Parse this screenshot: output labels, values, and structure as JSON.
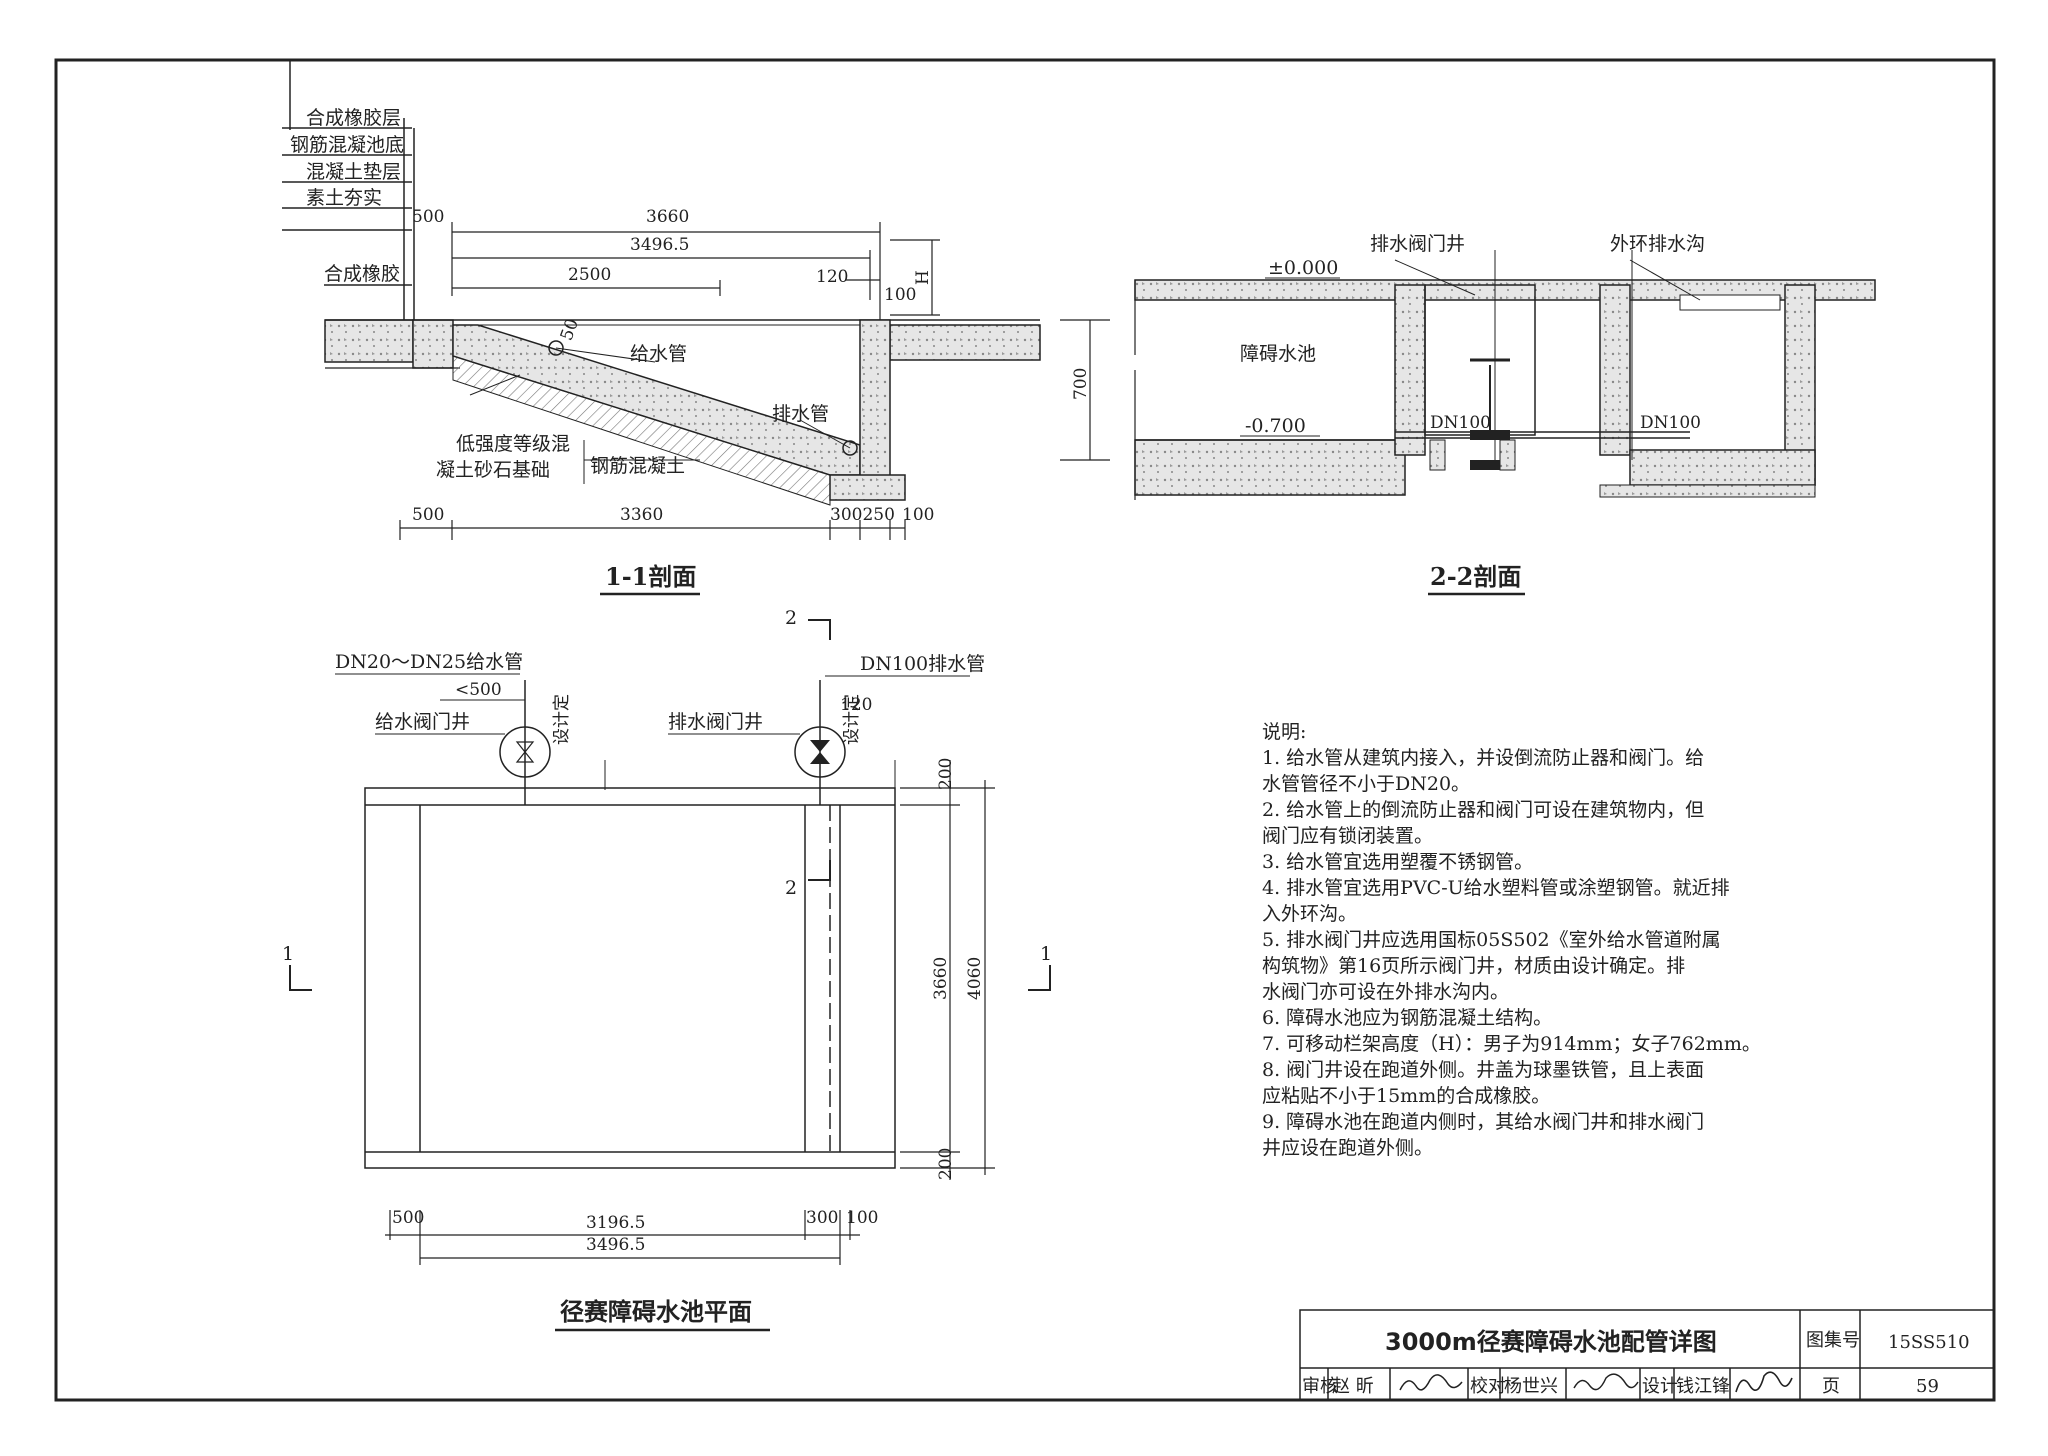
{
  "section11": {
    "title": "1-1剖面",
    "layers": [
      "合成橡胶层",
      "钢筋混凝池底",
      "混凝土垫层",
      "素土夯实"
    ],
    "rubber": "合成橡胶",
    "supply_pipe": "给水管",
    "drain_pipe": "排水管",
    "base": "低强度等级混",
    "base2": "凝土砂石基础",
    "rc": "钢筋混凝土",
    "dims": {
      "d500_top": "500",
      "d3660": "3660",
      "d3496": "3496.5",
      "d2500": "2500",
      "d120": "120",
      "d100": "100",
      "dH": "H",
      "d50": "50",
      "d700": "700",
      "d500_bot": "500",
      "d3360": "3360",
      "d300250": "300250",
      "d100_bot": "100"
    }
  },
  "section22": {
    "title": "2-2剖面",
    "elev0": "±0.000",
    "elev1": "-0.700",
    "pool": "障碍水池",
    "valve_well": "排水阀门井",
    "ditch": "外环排水沟",
    "dn1": "DN100",
    "dn2": "DN100"
  },
  "plan": {
    "title": "径赛障碍水池平面",
    "supply_label": "DN20～DN25给水管",
    "drain_label": "DN100排水管",
    "supply_well": "给水阀门井",
    "drain_well": "排水阀门井",
    "lt500": "<500",
    "design1": "设计定",
    "design2": "设计定",
    "d120": "120",
    "marks": {
      "top2": "2",
      "mid2": "2",
      "left1": "1",
      "right1": "1"
    },
    "dims": {
      "d200_top": "200",
      "d3660": "3660",
      "d4060": "4060",
      "d200_bot": "200",
      "d500": "500",
      "d3196": "3196.5",
      "d300": "300",
      "d100": "100",
      "d3496": "3496.5"
    }
  },
  "notes": {
    "heading": "说明:",
    "lines": [
      "1. 给水管从建筑内接入，并设倒流防止器和阀门。给",
      "   水管管径不小于DN20。",
      "2. 给水管上的倒流防止器和阀门可设在建筑物内，但",
      "   阀门应有锁闭装置。",
      "3. 给水管宜选用塑覆不锈钢管。",
      "4. 排水管宜选用PVC-U给水塑料管或涂塑钢管。就近排",
      "   入外环沟。",
      "5. 排水阀门井应选用国标05S502《室外给水管道附属",
      "   构筑物》第16页所示阀门井，材质由设计确定。排",
      "   水阀门亦可设在外排水沟内。",
      "6. 障碍水池应为钢筋混凝土结构。",
      "7. 可移动栏架高度（H）：男子为914mm；女子762mm。",
      "8. 阀门井设在跑道外侧。井盖为球墨铁管，且上表面",
      "   应粘贴不小于15mm的合成橡胶。",
      "9. 障碍水池在跑道内侧时，其给水阀门井和排水阀门",
      "   井应设在跑道外侧。"
    ]
  },
  "titleblock": {
    "title": "3000m径赛障碍水池配管详图",
    "atlas_label": "图集号",
    "atlas_no": "15SS510",
    "review": "审核",
    "reviewer": "赵 昕",
    "check": "校对",
    "checker": "杨世兴",
    "design": "设计",
    "designer": "钱江锋",
    "page_label": "页",
    "page_no": "59"
  }
}
